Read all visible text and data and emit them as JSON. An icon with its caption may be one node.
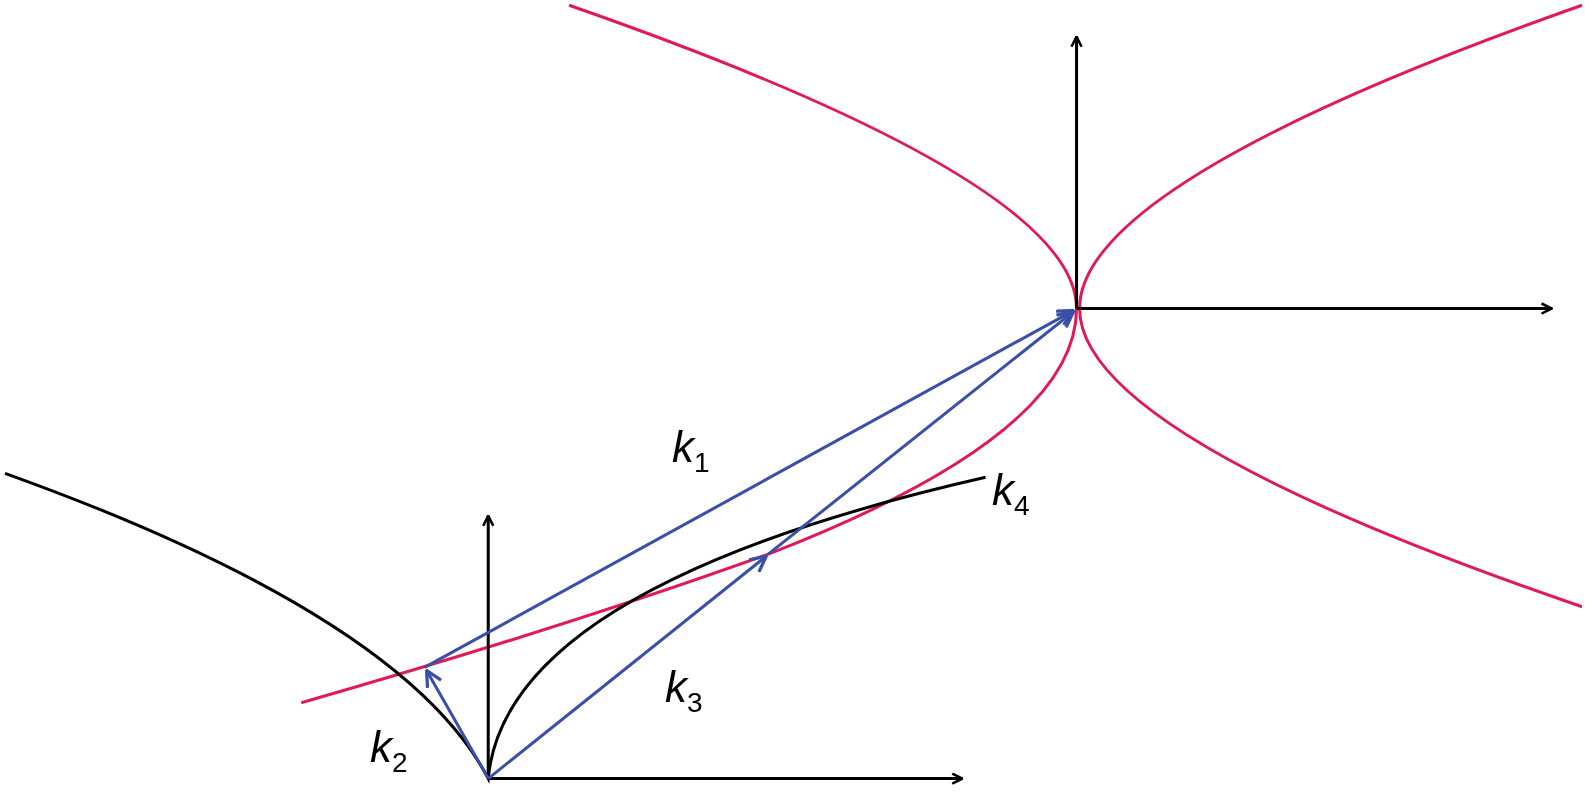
{
  "diagram": {
    "labels": [
      "*k*$_{1}$",
      "*k*$_{4}$",
      "*k*$_{3}$",
      "*k*$_{2}$"
    ]
  }
}
